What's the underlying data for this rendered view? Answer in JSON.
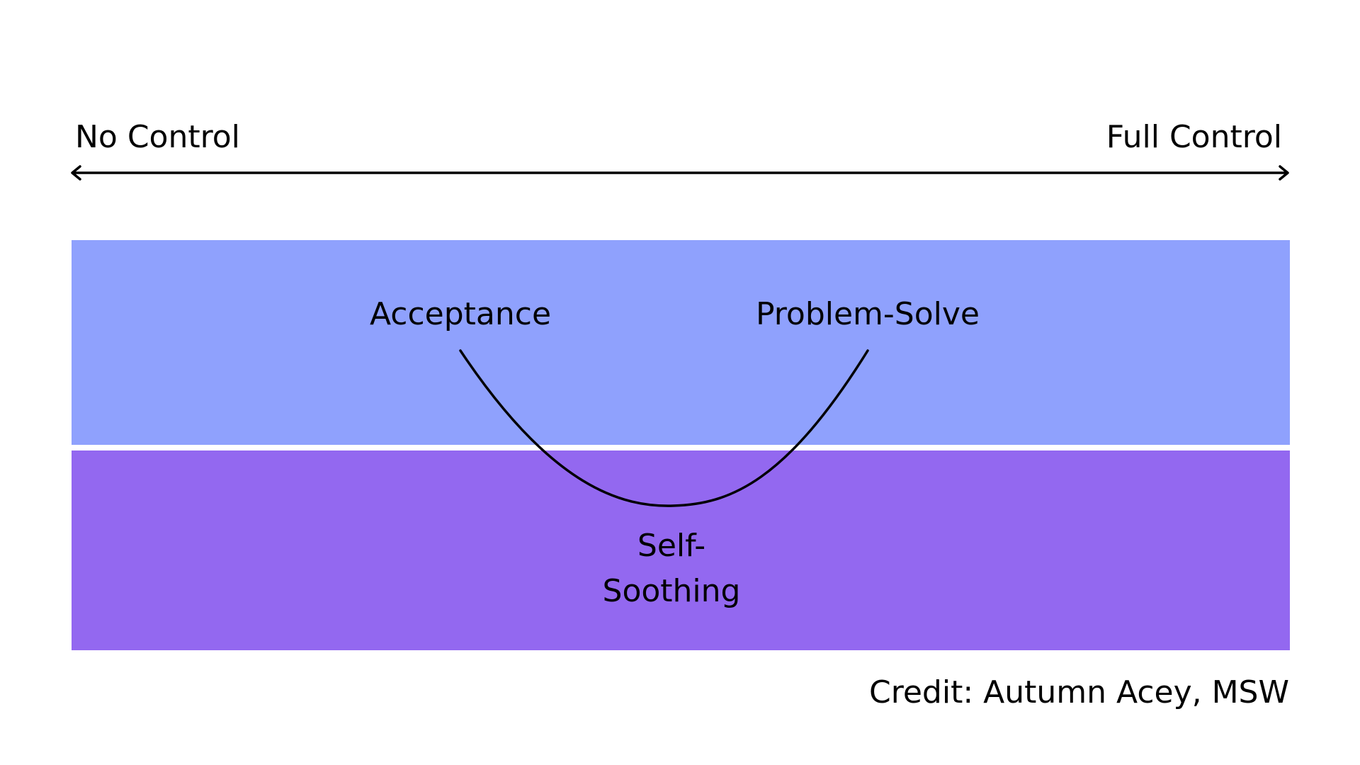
{
  "axis": {
    "left_label": "No Control",
    "right_label": "Full Control"
  },
  "bands": {
    "top_color": "#8fa1fd",
    "bottom_color": "#9368f0",
    "divider_color": "#ffffff"
  },
  "nodes": {
    "acceptance": "Acceptance",
    "problem_solve": "Problem-Solve",
    "self_soothing_line1": "Self-",
    "self_soothing_line2": "Soothing"
  },
  "credit": "Credit: Autumn Acey, MSW"
}
